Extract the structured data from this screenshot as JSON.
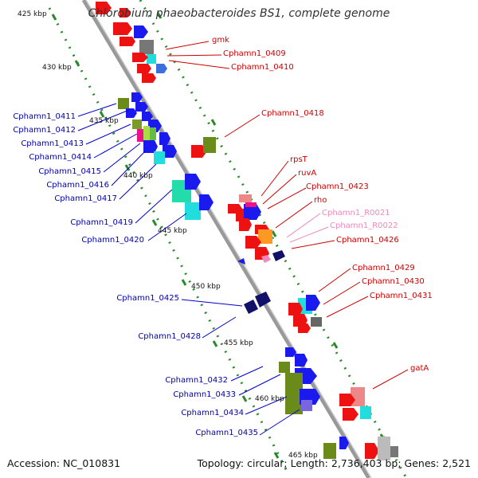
{
  "title": "Chlorobium phaeobacteroides BS1, complete genome",
  "footer": {
    "accession": "Accession: NC_010831",
    "summary": "Topology: circular; Length: 2,736,403 bp; Genes: 2,521"
  },
  "kbp_ticks": [
    "425 kbp",
    "430 kbp",
    "435 kbp",
    "440 kbp",
    "445 kbp",
    "450 kbp",
    "455 kbp",
    "460 kbp",
    "465 kbp"
  ],
  "left_labels": [
    "Cphamn1_0411",
    "Cphamn1_0412",
    "Cphamn1_0413",
    "Cphamn1_0414",
    "Cphamn1_0415",
    "Cphamn1_0416",
    "Cphamn1_0417",
    "Cphamn1_0419",
    "Cphamn1_0420",
    "Cphamn1_0425",
    "Cphamn1_0428",
    "Cphamn1_0432",
    "Cphamn1_0433",
    "Cphamn1_0434",
    "Cphamn1_0435"
  ],
  "right_labels": [
    "gmk",
    "Cphamn1_0409",
    "Cphamn1_0410",
    "Cphamn1_0418",
    "rpsT",
    "ruvA",
    "Cphamn1_0423",
    "rho",
    "Cphamn1_R0021",
    "Cphamn1_R0022",
    "Cphamn1_0426",
    "Cphamn1_0429",
    "Cphamn1_0430",
    "Cphamn1_0431",
    "gatA"
  ],
  "colors": {
    "backbone": "#888888",
    "forward_gene": "#ee1111",
    "reverse_gene": "#1a1aee",
    "rna_gene": "#ee88bb",
    "tick_green": "#2a8a2a",
    "label_blue": "#0000aa",
    "label_red": "#cc0000"
  }
}
